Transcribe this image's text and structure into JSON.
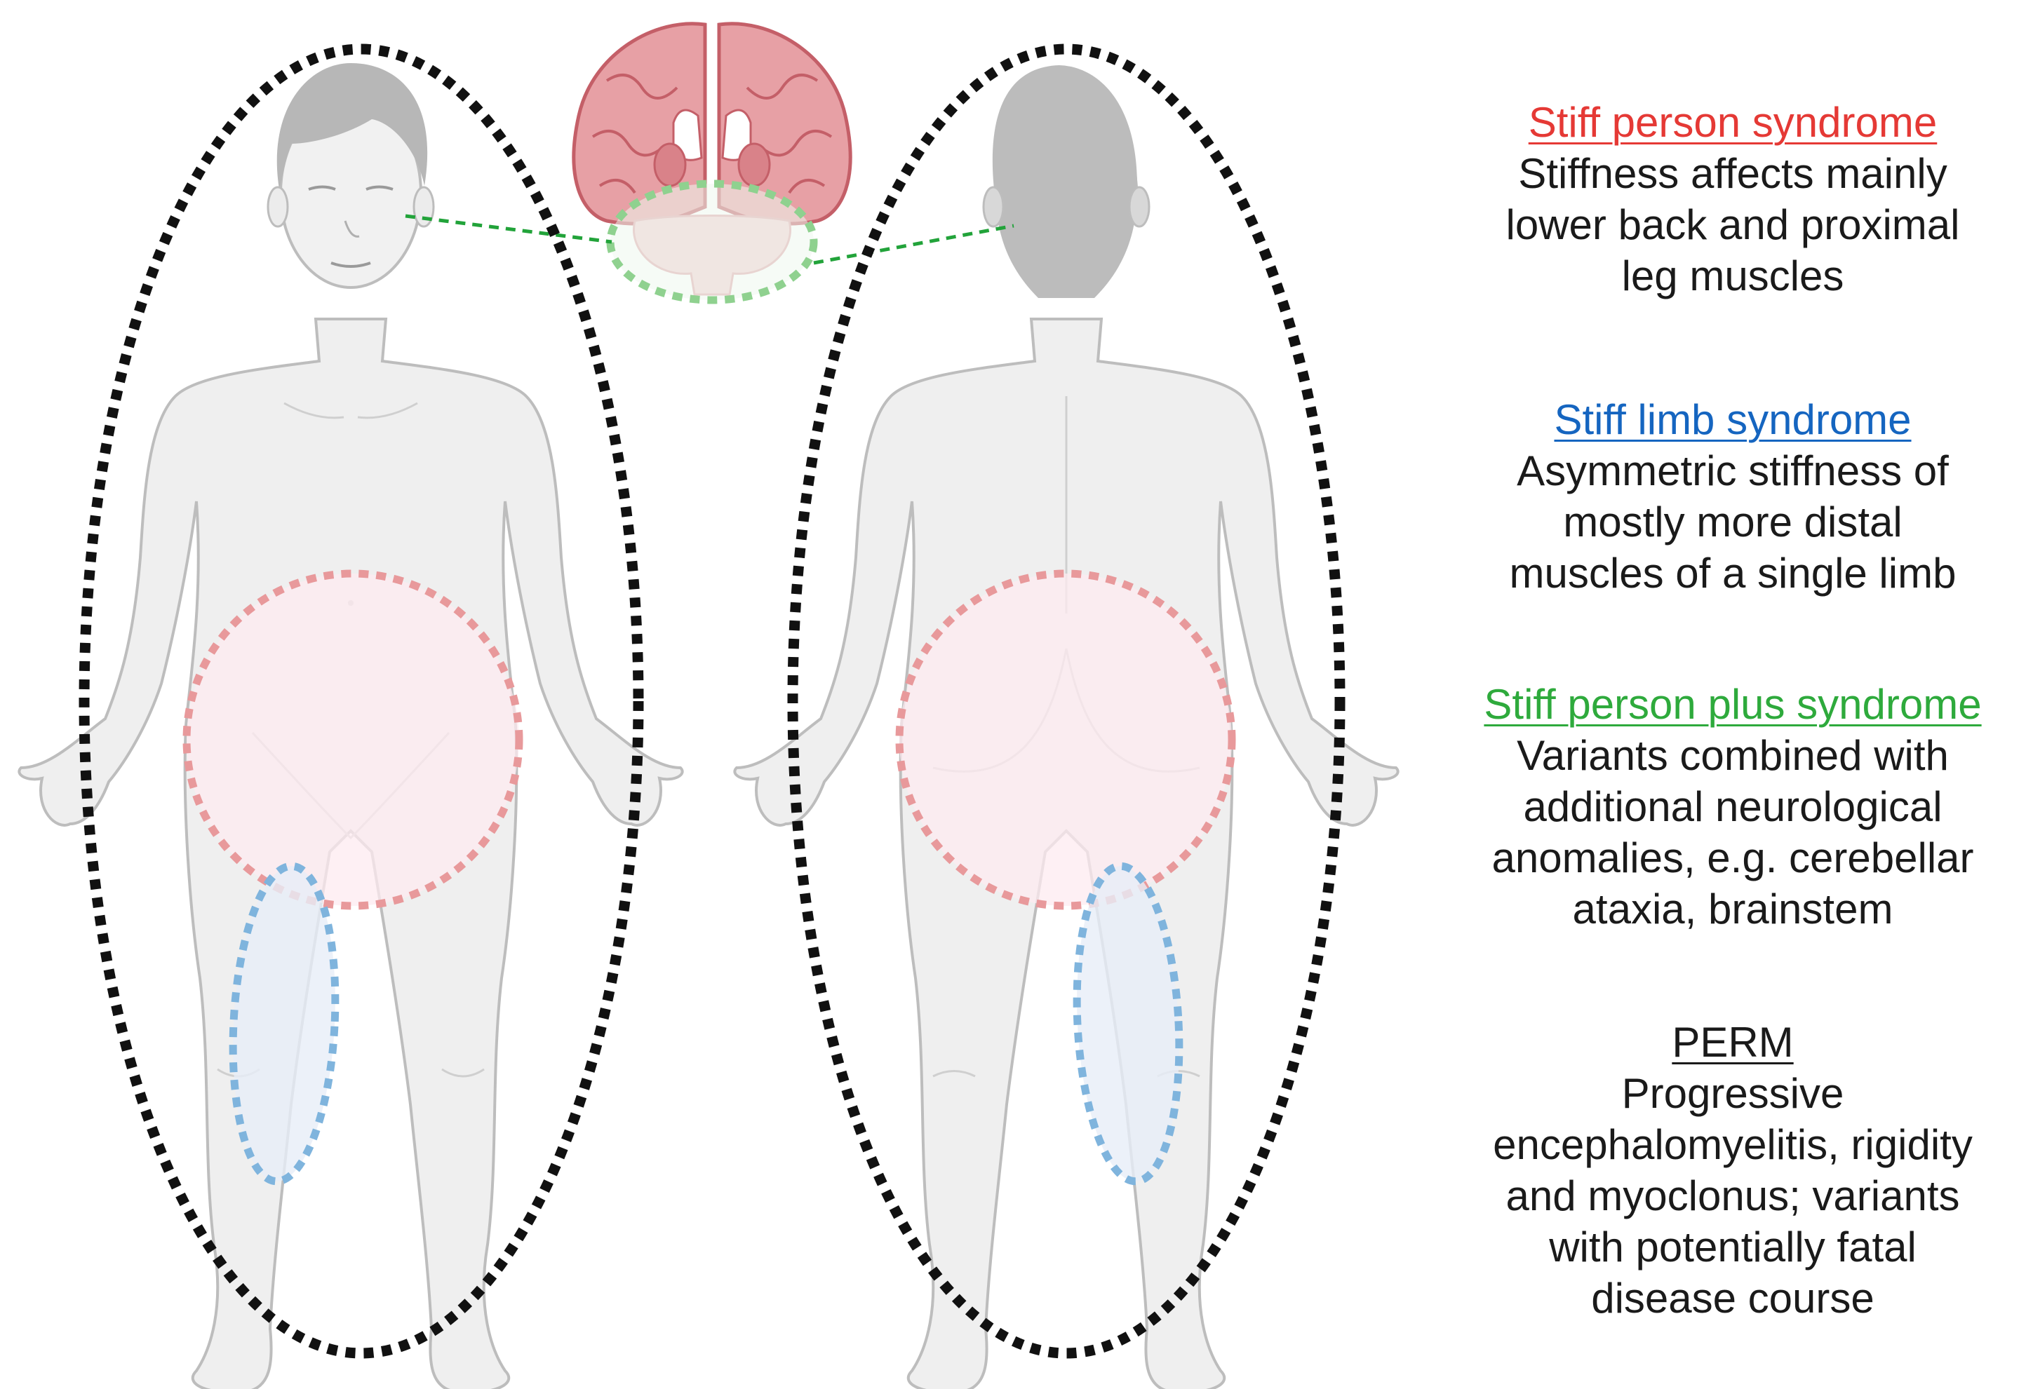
{
  "colors": {
    "spsColor": "#e53935",
    "slsColor": "#1565c0",
    "spsPlusColor": "#2eaa3c",
    "permColor": "#1a1a1a",
    "outlineBlack": "#111111",
    "regionRedStroke": "#e8999b",
    "regionRedFill": "#fdebf0",
    "regionBlueStroke": "#7fb4dd",
    "regionBlueFill": "#e7eef8",
    "regionGreenStroke": "#8fd18f",
    "connectorGreen": "#22a33a",
    "bodyFill": "#efefef",
    "bodyStroke": "#bdbdbd",
    "hair": "#b7b7b7",
    "brainFill": "#e7a0a5",
    "brainStroke": "#c45f68"
  },
  "icons": {
    "front-body": "human-body-front-icon",
    "back-body": "human-body-back-icon",
    "brain": "brain-coronal-section-icon"
  },
  "legend": [
    {
      "id": "sps",
      "title": "Stiff person syndrome",
      "desc": [
        "Stiffness affects mainly",
        "lower back and proximal",
        "leg muscles"
      ]
    },
    {
      "id": "sls",
      "title": "Stiff limb syndrome",
      "desc": [
        "Asymmetric stiffness of",
        "mostly more distal",
        "muscles of a single limb"
      ]
    },
    {
      "id": "spsplus",
      "title": "Stiff person plus syndrome",
      "desc": [
        "Variants combined with",
        "additional neurological",
        "anomalies, e.g. cerebellar",
        "ataxia, brainstem"
      ]
    },
    {
      "id": "perm",
      "title": "PERM",
      "desc": [
        "Progressive",
        "encephalomyelitis, rigidity",
        "and myoclonus; variants",
        "with potentially fatal",
        "disease course"
      ]
    }
  ]
}
